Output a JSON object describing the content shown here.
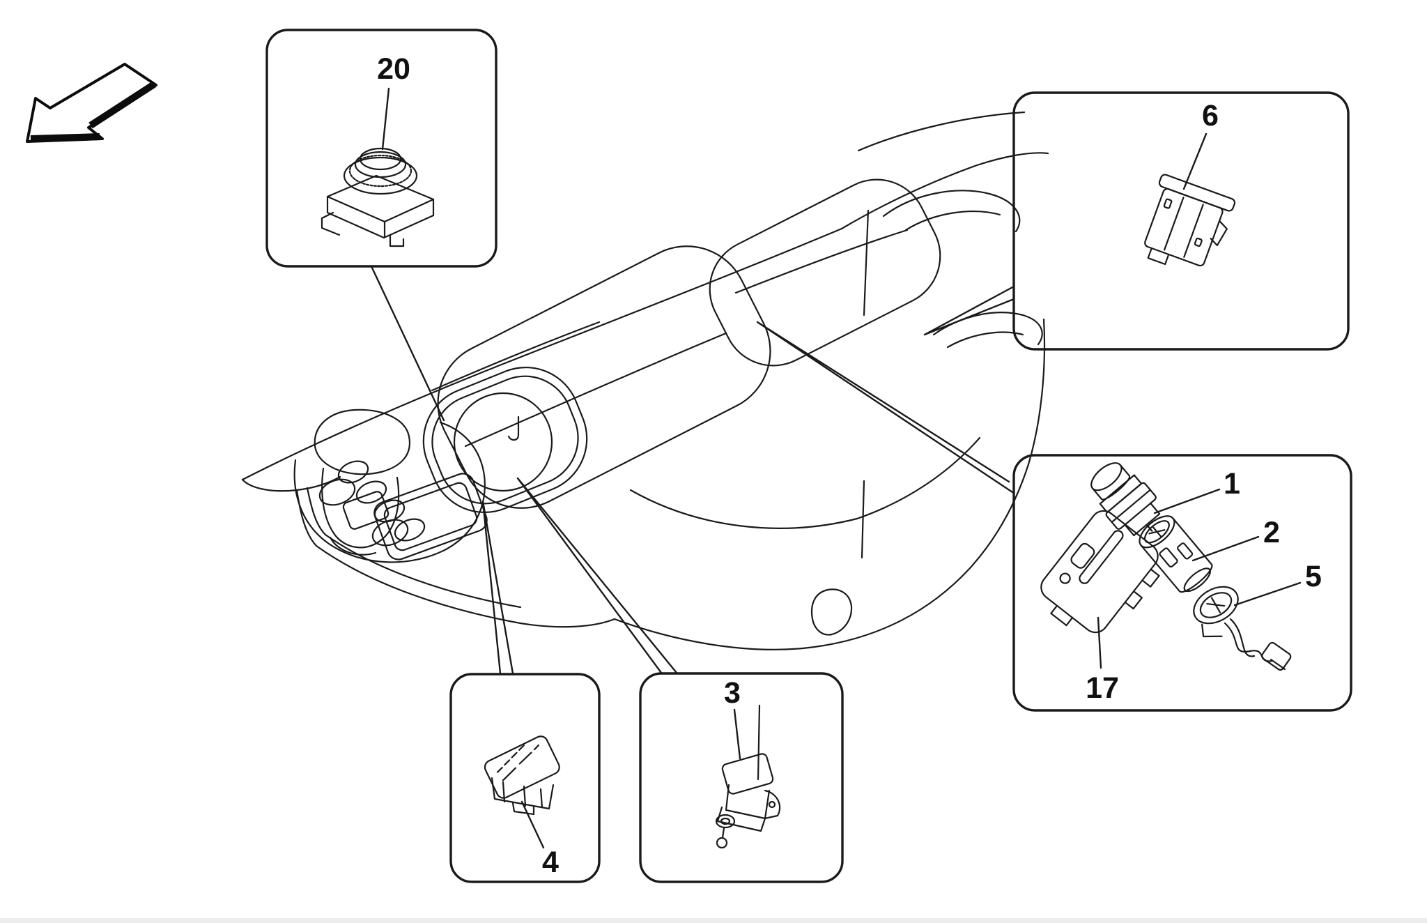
{
  "page": {
    "background": "#ffffff",
    "line_color": "#1a1a1a",
    "bottom_strip_color": "#ededed"
  },
  "diagram": {
    "type": "exploded-parts-diagram",
    "subject": "vehicle centre console devices with numbered callout boxes",
    "direction_arrow": "front-of-vehicle pointer, lower-left direction",
    "callout_boxes": [
      {
        "position": "top-left",
        "parts": [
          "20"
        ]
      },
      {
        "position": "top-right",
        "parts": [
          "6"
        ]
      },
      {
        "position": "middle-right",
        "parts": [
          "1",
          "2",
          "5",
          "17"
        ]
      },
      {
        "position": "bottom-left",
        "parts": [
          "4"
        ]
      },
      {
        "position": "bottom-middle",
        "parts": [
          "3"
        ]
      }
    ],
    "labels": {
      "part_20": "20",
      "part_6": "6",
      "part_1": "1",
      "part_2": "2",
      "part_5": "5",
      "part_17": "17",
      "part_4": "4",
      "part_3": "3"
    }
  }
}
